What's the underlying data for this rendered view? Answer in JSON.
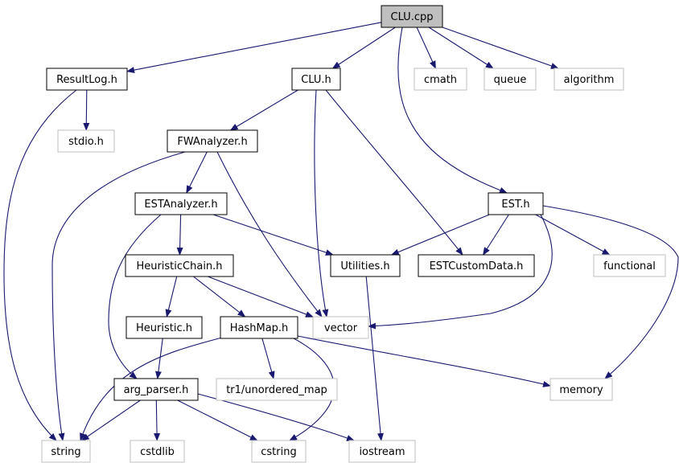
{
  "diagram": {
    "colors": {
      "edge": "#191970",
      "internal_border": "#000000",
      "external_border": "#bfbfbf",
      "root_fill": "#bfbfbf",
      "background": "#ffffff"
    },
    "nodes": [
      {
        "id": "clu_cpp",
        "label": "CLU.cpp",
        "kind": "root"
      },
      {
        "id": "resultlog_h",
        "label": "ResultLog.h",
        "kind": "internal"
      },
      {
        "id": "clu_h",
        "label": "CLU.h",
        "kind": "internal"
      },
      {
        "id": "cmath",
        "label": "cmath",
        "kind": "external"
      },
      {
        "id": "queue",
        "label": "queue",
        "kind": "external"
      },
      {
        "id": "algorithm",
        "label": "algorithm",
        "kind": "external"
      },
      {
        "id": "stdio_h",
        "label": "stdio.h",
        "kind": "external"
      },
      {
        "id": "fwanalyzer_h",
        "label": "FWAnalyzer.h",
        "kind": "internal"
      },
      {
        "id": "est_h",
        "label": "EST.h",
        "kind": "internal"
      },
      {
        "id": "estanalyzer_h",
        "label": "ESTAnalyzer.h",
        "kind": "internal"
      },
      {
        "id": "heuristicchain_h",
        "label": "HeuristicChain.h",
        "kind": "internal"
      },
      {
        "id": "utilities_h",
        "label": "Utilities.h",
        "kind": "internal"
      },
      {
        "id": "estcustomdata_h",
        "label": "ESTCustomData.h",
        "kind": "internal"
      },
      {
        "id": "functional",
        "label": "functional",
        "kind": "external"
      },
      {
        "id": "heuristic_h",
        "label": "Heuristic.h",
        "kind": "internal"
      },
      {
        "id": "hashmap_h",
        "label": "HashMap.h",
        "kind": "internal"
      },
      {
        "id": "vector",
        "label": "vector",
        "kind": "external"
      },
      {
        "id": "arg_parser_h",
        "label": "arg_parser.h",
        "kind": "internal"
      },
      {
        "id": "tr1_unordered_map",
        "label": "tr1/unordered_map",
        "kind": "external"
      },
      {
        "id": "memory",
        "label": "memory",
        "kind": "external"
      },
      {
        "id": "string",
        "label": "string",
        "kind": "external"
      },
      {
        "id": "cstdlib",
        "label": "cstdlib",
        "kind": "external"
      },
      {
        "id": "cstring",
        "label": "cstring",
        "kind": "external"
      },
      {
        "id": "iostream",
        "label": "iostream",
        "kind": "external"
      }
    ],
    "edges": [
      {
        "from": "clu_cpp",
        "to": "resultlog_h"
      },
      {
        "from": "clu_cpp",
        "to": "clu_h"
      },
      {
        "from": "clu_cpp",
        "to": "cmath"
      },
      {
        "from": "clu_cpp",
        "to": "queue"
      },
      {
        "from": "clu_cpp",
        "to": "algorithm"
      },
      {
        "from": "clu_cpp",
        "to": "est_h"
      },
      {
        "from": "resultlog_h",
        "to": "stdio_h"
      },
      {
        "from": "resultlog_h",
        "to": "string"
      },
      {
        "from": "clu_h",
        "to": "fwanalyzer_h"
      },
      {
        "from": "clu_h",
        "to": "vector"
      },
      {
        "from": "clu_h",
        "to": "estcustomdata_h"
      },
      {
        "from": "fwanalyzer_h",
        "to": "estanalyzer_h"
      },
      {
        "from": "fwanalyzer_h",
        "to": "string"
      },
      {
        "from": "fwanalyzer_h",
        "to": "vector"
      },
      {
        "from": "estanalyzer_h",
        "to": "heuristicchain_h"
      },
      {
        "from": "estanalyzer_h",
        "to": "utilities_h"
      },
      {
        "from": "estanalyzer_h",
        "to": "arg_parser_h"
      },
      {
        "from": "est_h",
        "to": "utilities_h"
      },
      {
        "from": "est_h",
        "to": "estcustomdata_h"
      },
      {
        "from": "est_h",
        "to": "functional"
      },
      {
        "from": "est_h",
        "to": "memory"
      },
      {
        "from": "est_h",
        "to": "vector"
      },
      {
        "from": "heuristicchain_h",
        "to": "heuristic_h"
      },
      {
        "from": "heuristicchain_h",
        "to": "hashmap_h"
      },
      {
        "from": "heuristicchain_h",
        "to": "vector"
      },
      {
        "from": "utilities_h",
        "to": "iostream"
      },
      {
        "from": "heuristic_h",
        "to": "arg_parser_h"
      },
      {
        "from": "hashmap_h",
        "to": "tr1_unordered_map"
      },
      {
        "from": "hashmap_h",
        "to": "memory"
      },
      {
        "from": "hashmap_h",
        "to": "string"
      },
      {
        "from": "hashmap_h",
        "to": "cstring"
      },
      {
        "from": "arg_parser_h",
        "to": "string"
      },
      {
        "from": "arg_parser_h",
        "to": "cstdlib"
      },
      {
        "from": "arg_parser_h",
        "to": "cstring"
      },
      {
        "from": "arg_parser_h",
        "to": "iostream"
      }
    ]
  }
}
